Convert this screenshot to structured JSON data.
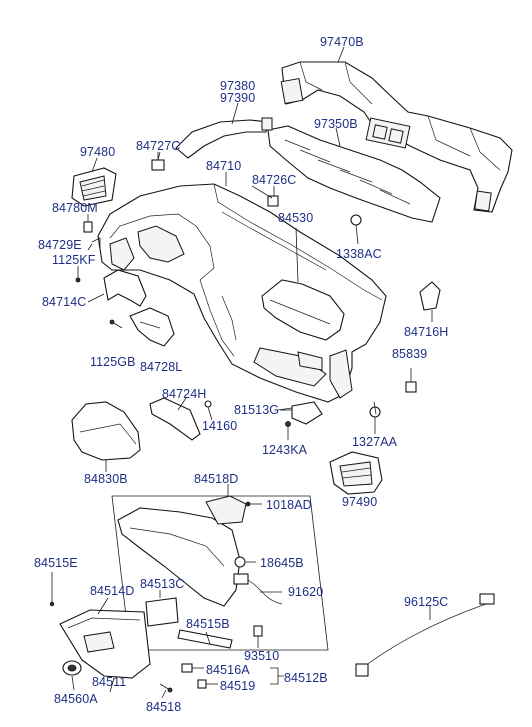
{
  "labels": {
    "p97470B": "97470B",
    "p97380": "97380",
    "p97390": "97390",
    "p97350B": "97350B",
    "p97480": "97480",
    "p84727C": "84727C",
    "p84710": "84710",
    "p84726C": "84726C",
    "p84780M": "84780M",
    "p84530": "84530",
    "p84729E": "84729E",
    "p1125KF": "1125KF",
    "p1338AC": "1338AC",
    "p84714C": "84714C",
    "p84716H": "84716H",
    "p1125GB": "1125GB",
    "p84728L": "84728L",
    "p85839": "85839",
    "p84724H": "84724H",
    "p81513G": "81513G",
    "p14160": "14160",
    "p1243KA": "1243KA",
    "p1327AA": "1327AA",
    "p84830B": "84830B",
    "p97490": "97490",
    "p84518D": "84518D",
    "p1018AD": "1018AD",
    "p18645B": "18645B",
    "p84515E": "84515E",
    "p91620": "91620",
    "p84514D": "84514D",
    "p84513C": "84513C",
    "p96125C": "96125C",
    "p84515B": "84515B",
    "p93510": "93510",
    "p84516A": "84516A",
    "p84512B": "84512B",
    "p84511": "84511",
    "p84519": "84519",
    "p84560A": "84560A",
    "p84518": "84518"
  }
}
